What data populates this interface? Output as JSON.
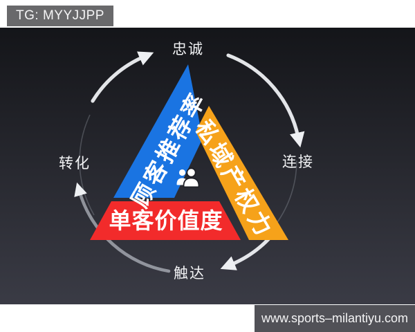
{
  "watermark_badge": {
    "text": "TG: MYYJJPP",
    "bg": "#69696B",
    "fg": "#F4F4F5"
  },
  "footer_bar": {
    "url": "www.sports–milantiyu.com",
    "bg": "#515157",
    "fg": "#F4F4F5"
  },
  "diagram": {
    "bg_gradient": [
      "#141519",
      "#3A3B45"
    ],
    "arrow_color": "#EEF0F3",
    "faint_arc_color": "#A9AEB8",
    "dim_arrow_color": "#B9BEC6",
    "center_icon": "users-icon",
    "icon_color": "#FFFFFF",
    "cycle": [
      {
        "id": "loyalty",
        "label": "忠诚",
        "position": "top"
      },
      {
        "id": "connect",
        "label": "连接",
        "position": "right"
      },
      {
        "id": "reach",
        "label": "触达",
        "position": "bottom"
      },
      {
        "id": "convert",
        "label": "转化",
        "position": "left"
      }
    ],
    "triangle_sides": [
      {
        "id": "left",
        "label": "顾客推荐率",
        "color": "#1A74E2"
      },
      {
        "id": "right",
        "label": "私域产权力",
        "color": "#F6A21A"
      },
      {
        "id": "bottom",
        "label": "单客价值度",
        "color": "#F22B2B"
      }
    ]
  }
}
